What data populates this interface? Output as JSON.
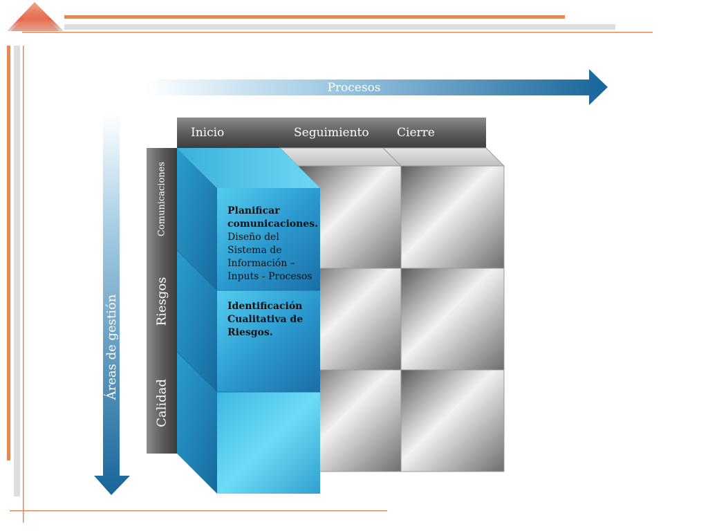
{
  "colors": {
    "accent_orange": "#e07a4a",
    "accent_gray": "#d9d9d9",
    "arrow_blue": "#1f6b9e",
    "cube_blue": "#37a9d6",
    "cell_gray": "#8a8a8a"
  },
  "arrows": {
    "processes_label": "Procesos",
    "areas_label": "Áreas de gestión"
  },
  "columns": [
    "Inicio",
    "Seguimiento",
    "Cierre"
  ],
  "rows": [
    "Comunicaciones",
    "Riesgos",
    "Calidad"
  ],
  "cells": {
    "comunicaciones_inicio": {
      "bold": "Planificar comunicaciones.",
      "text": "Diseño del Sistema de Información – Inputs - Procesos"
    },
    "riesgos_inicio": {
      "bold": "Identificación Cualitativa de Riesgos.",
      "text": ""
    }
  }
}
